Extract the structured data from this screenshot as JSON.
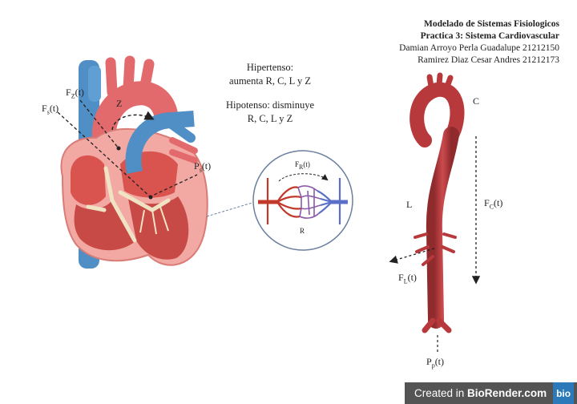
{
  "header": {
    "line1": "Modelado de Sistemas Fisiologicos",
    "line2": "Practica 3: Sistema Cardiovascular",
    "line3": "Damian Arroyo Perla Guadalupe 21212150",
    "line4": "Ramirez Diaz Cesar Andres 21212173"
  },
  "notes": {
    "hyper_title": "Hipertenso:",
    "hyper_text": "aumenta R, C, L y Z",
    "hypo_title": "Hipotenso: disminuye",
    "hypo_text": "R, C, L y Z"
  },
  "heart": {
    "fz_label": "F",
    "fz_sub": "Z",
    "fz_arg": "(t)",
    "fs_label": "F",
    "fs_sub": "s",
    "fs_arg": "(t)",
    "z_label": "Z",
    "ps_label": "P",
    "ps_sub": "s",
    "ps_arg": "(t)"
  },
  "capillary": {
    "fr_label": "F",
    "fr_sub": "R",
    "fr_arg": "(t)",
    "r_label": "R"
  },
  "aorta": {
    "c_label": "C",
    "l_label": "L",
    "fc_label": "F",
    "fc_sub": "C",
    "fc_arg": "(t)",
    "fl_label": "F",
    "fl_sub": "L",
    "fl_arg": "(t)",
    "pp_label": "P",
    "pp_sub": "p",
    "pp_arg": "(t)"
  },
  "watermark": {
    "prefix": "Created in ",
    "brand": "BioRender.com",
    "logo": "bio"
  },
  "colors": {
    "artery": "#b8393c",
    "artery_light": "#e36a6c",
    "vein": "#4f8fc6",
    "heart_outer": "#f2a8a3",
    "heart_inner": "#d9534f",
    "valve": "#efe3c4",
    "capillary_red": "#c0392b",
    "capillary_blue": "#5a6fc7"
  }
}
